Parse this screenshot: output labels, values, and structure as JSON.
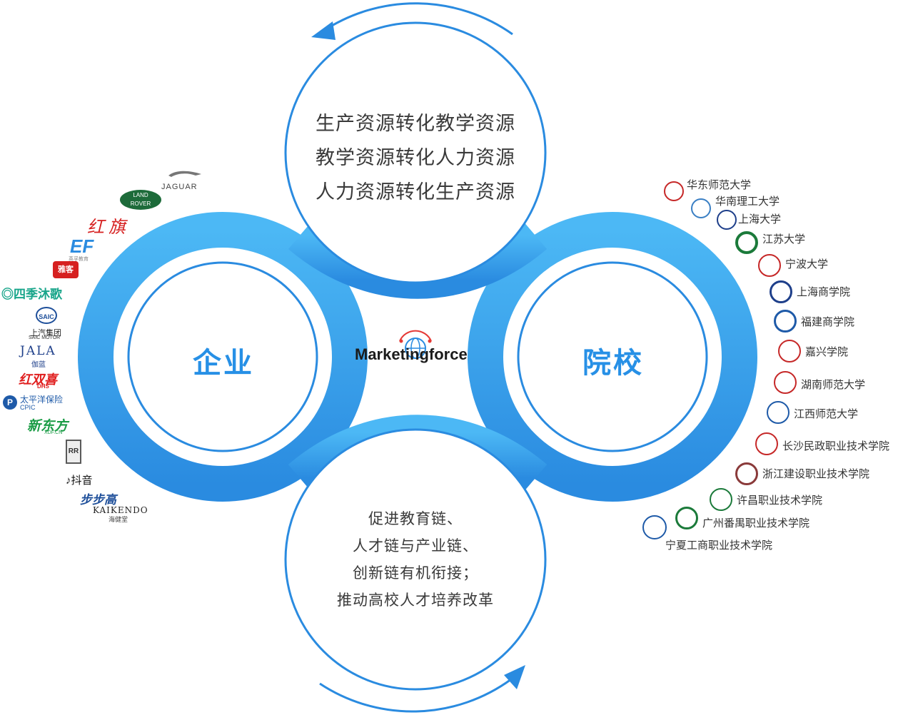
{
  "top_circle": {
    "lines": [
      "生产资源转化教学资源",
      "教学资源转化人力资源",
      "人力资源转化生产资源"
    ]
  },
  "bottom_circle": {
    "lines": [
      "促进教育链、",
      "人才链与产业链、",
      "创新链有机衔接；",
      "推动高校人才培养改革"
    ]
  },
  "left_label": "企业",
  "right_label": "院校",
  "center_logo": "Marketingforce",
  "colors": {
    "ring_light": "#4cb8f5",
    "ring_dark": "#2a8be0",
    "accent": "#2790e6"
  },
  "enterprises": {
    "jaguar": "JAGUAR",
    "land_rover_top": "LAND",
    "land_rover_bottom": "ROVER",
    "hongqi": "红旗",
    "ef": "EF",
    "ef_sub": "英孚教育",
    "yake": "雅客",
    "sijimuge": "四季沐歌",
    "saic": "SAIC",
    "saic_cn": "上汽集团",
    "saic_en": "SAIC MOTOR",
    "jala": "JALA",
    "jala_cn": "伽蓝",
    "hongshuangxi": "红双喜",
    "dhs": "DHS",
    "cpic_cn": "太平洋保险",
    "cpic_en": "CPIC",
    "xdf": "新东方",
    "xdf_en": "XDF.CN",
    "rr": "RR",
    "douyin": "抖音",
    "bubugao": "步步高",
    "kaikendo": "KAIKENDO",
    "kaikendo_cn": "海健堂"
  },
  "schools": [
    "华东师范大学",
    "华南理工大学",
    "上海大学",
    "江苏大学",
    "宁波大学",
    "上海商学院",
    "福建商学院",
    "嘉兴学院",
    "湖南师范大学",
    "江西师范大学",
    "长沙民政职业技术学院",
    "浙江建设职业技术学院",
    "许昌职业技术学院",
    "广州番禺职业技术学院",
    "宁夏工商职业技术学院"
  ]
}
